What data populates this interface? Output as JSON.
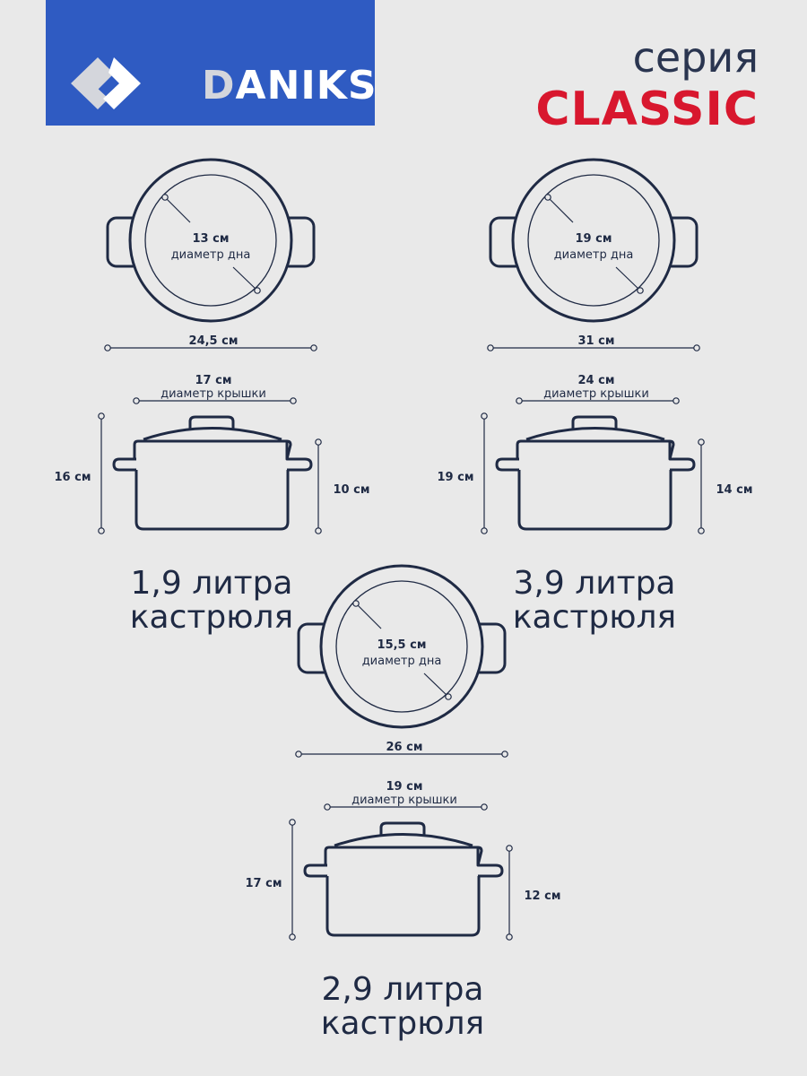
{
  "brand": {
    "name": "DANIKS",
    "first_letter": "D",
    "rest": "ANIKS",
    "color": "#2f5bc2"
  },
  "series": {
    "label": "серия",
    "name": "CLASSIC",
    "name_color": "#d8172e"
  },
  "pots": [
    {
      "bottom_diameter": "13 см",
      "bottom_label": "диаметр дна",
      "width": "24,5 см",
      "lid_diameter": "17 см",
      "lid_label": "диаметр крышки",
      "total_height": "16 см",
      "body_height": "10 см",
      "volume": "1,9 литра",
      "type": "кастрюля"
    },
    {
      "bottom_diameter": "19 см",
      "bottom_label": "диаметр дна",
      "width": "31 см",
      "lid_diameter": "24 см",
      "lid_label": "диаметр крышки",
      "total_height": "19 см",
      "body_height": "14 см",
      "volume": "3,9 литра",
      "type": "кастрюля"
    },
    {
      "bottom_diameter": "15,5 см",
      "bottom_label": "диаметр дна",
      "width": "26 см",
      "lid_diameter": "19 см",
      "lid_label": "диаметр крышки",
      "total_height": "17 см",
      "body_height": "12 см",
      "volume": "2,9 литра",
      "type": "кастрюля"
    }
  ]
}
